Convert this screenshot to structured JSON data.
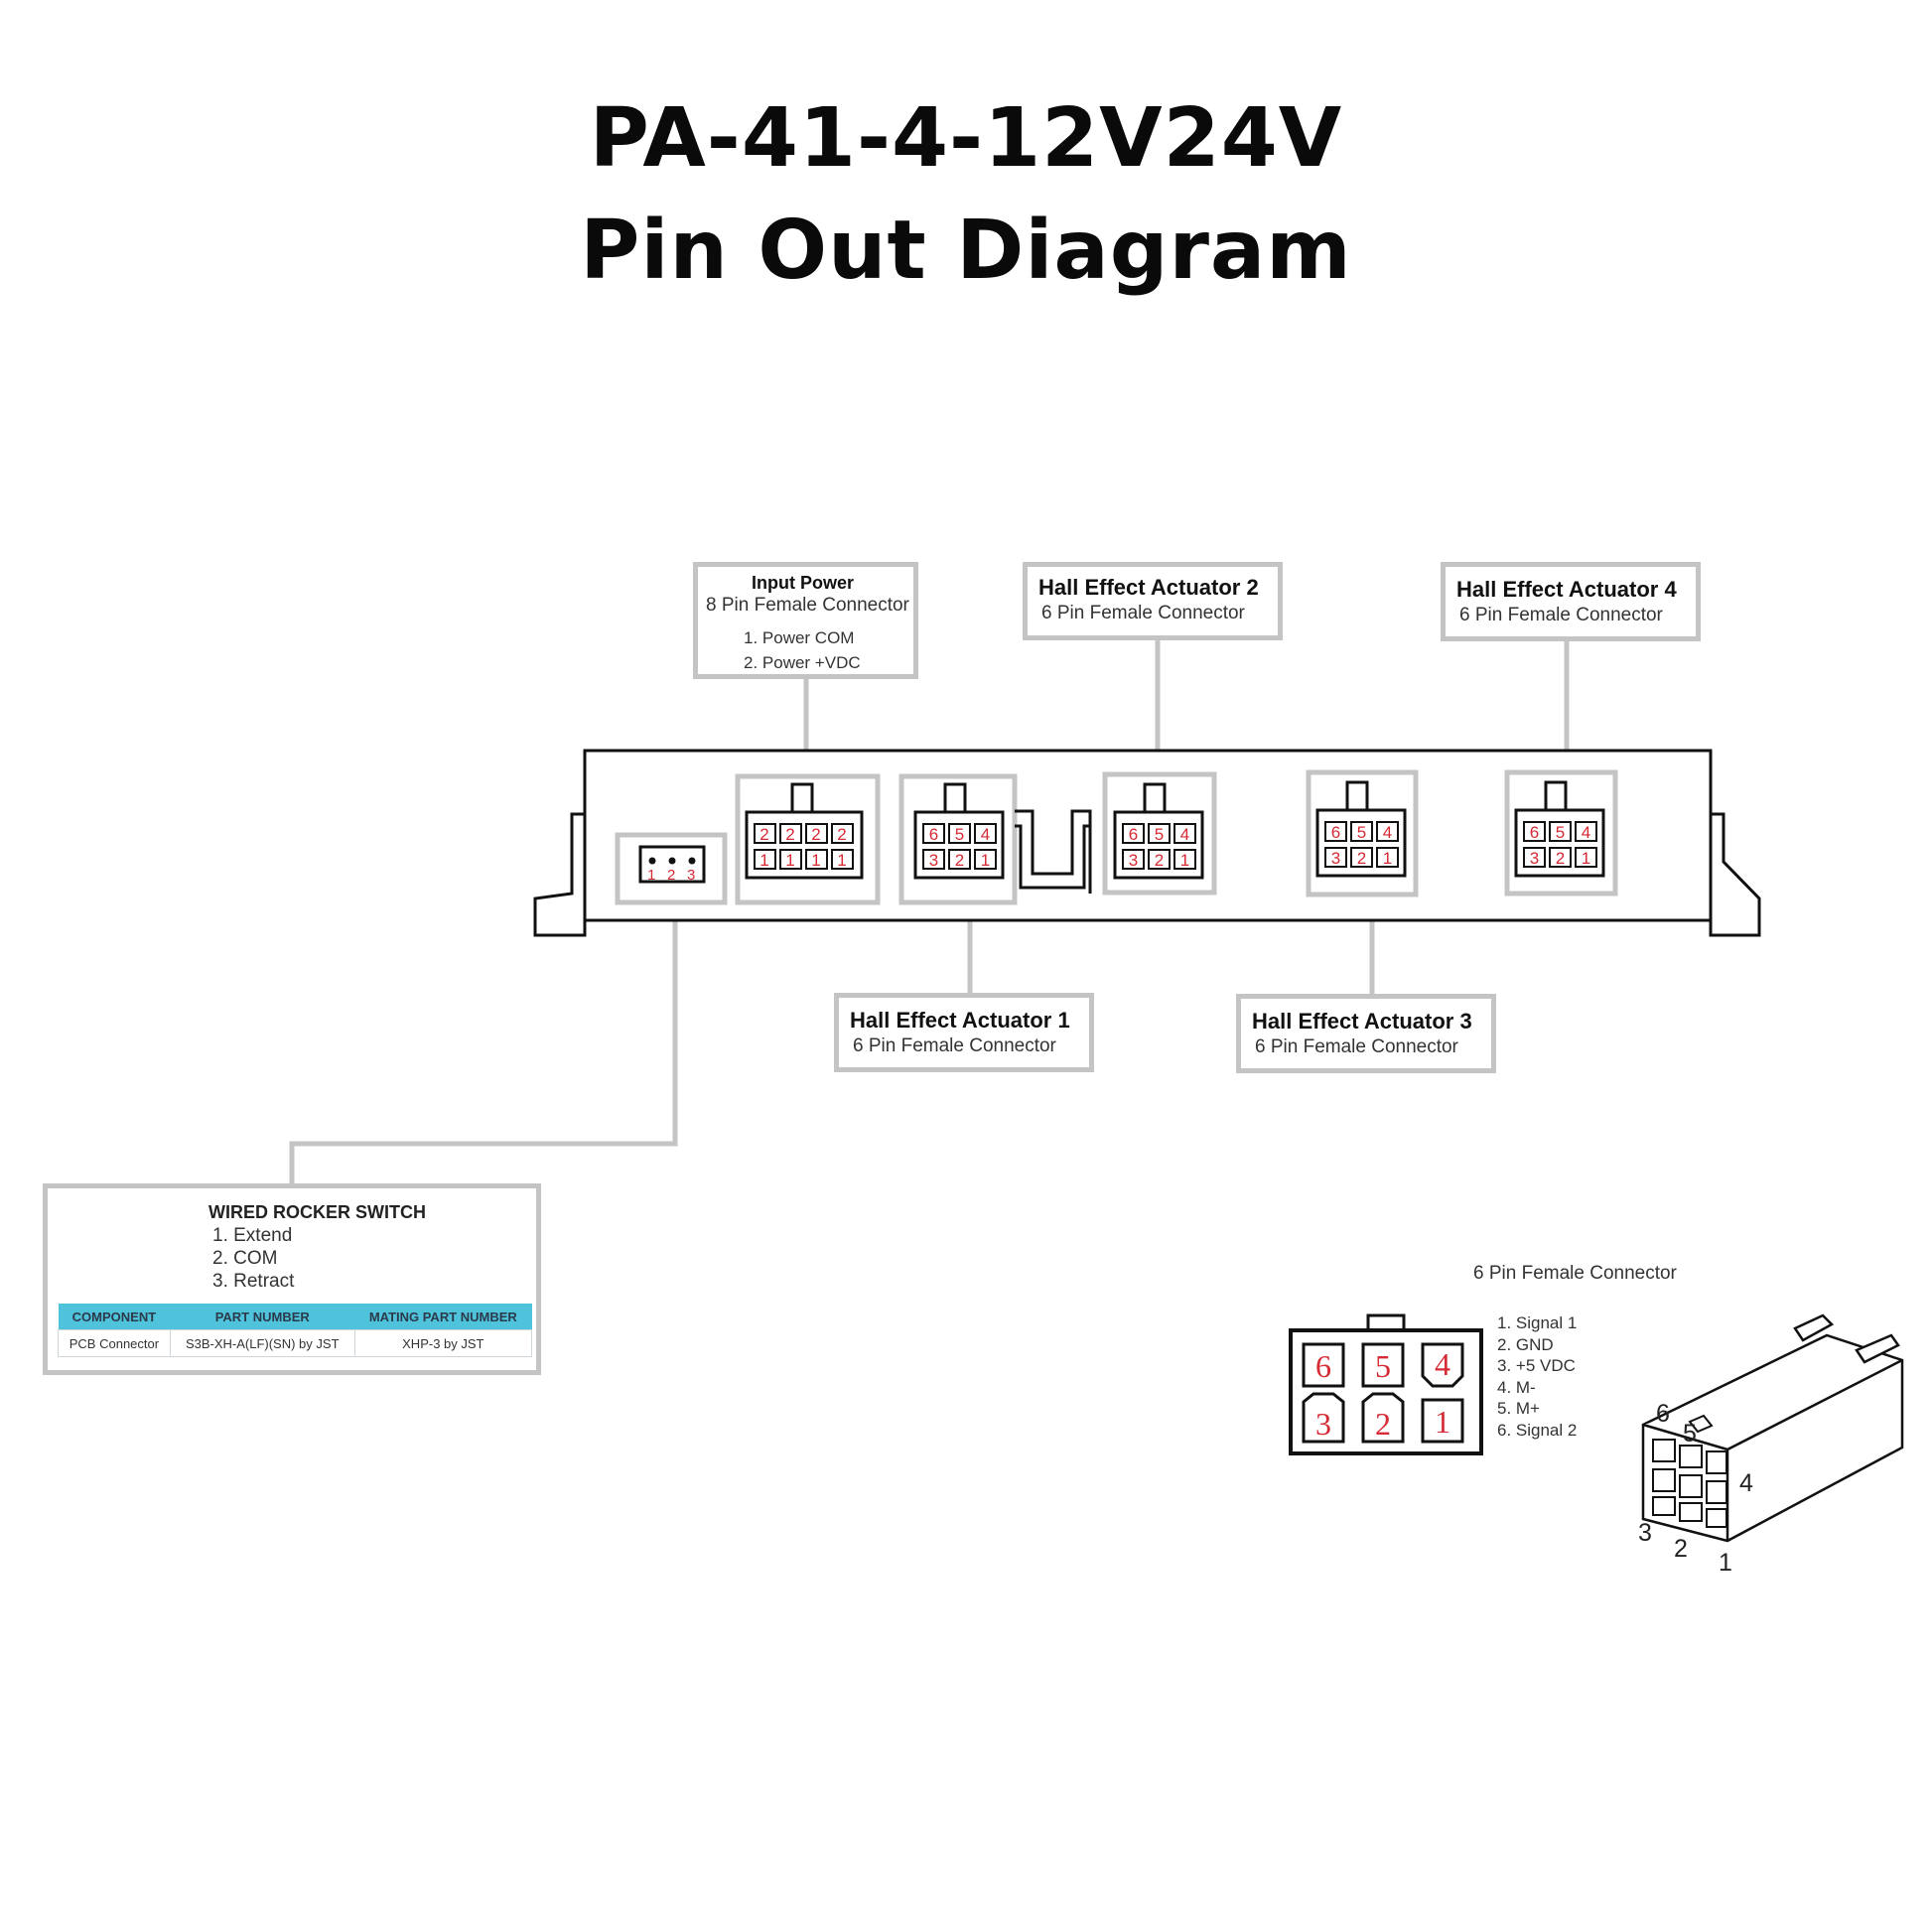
{
  "title": {
    "line1": "PA-41-4-12V24V",
    "line2": "Pin Out Diagram"
  },
  "labels": {
    "input_power": {
      "head": "Input Power",
      "sub": "8 Pin Female Connector",
      "items": [
        "1. Power COM",
        "2. Power +VDC"
      ]
    },
    "hall2": {
      "head": "Hall Effect Actuator 2",
      "sub": "6 Pin Female Connector"
    },
    "hall4": {
      "head": "Hall Effect Actuator 4",
      "sub": "6 Pin Female Connector"
    },
    "hall1": {
      "head": "Hall Effect Actuator 1",
      "sub": "6 Pin Female Connector"
    },
    "hall3": {
      "head": "Hall Effect Actuator 3",
      "sub": "6 Pin Female Connector"
    }
  },
  "rocker": {
    "head": "WIRED ROCKER SWITCH",
    "items": [
      "1. Extend",
      "2. COM",
      "3. Retract"
    ],
    "table": {
      "headers": [
        "COMPONENT",
        "PART NUMBER",
        "MATING PART NUMBER"
      ],
      "rows": [
        [
          "PCB Connector",
          "S3B-XH-A(LF)(SN) by JST",
          "XHP-3 by JST"
        ]
      ]
    },
    "pins": [
      "1",
      "2",
      "3"
    ]
  },
  "six_pin": {
    "title": "6 Pin Female Connector",
    "items": [
      "1. Signal 1",
      "2. GND",
      "3. +5 VDC",
      "4. M-",
      "5. M+",
      "6. Signal 2"
    ],
    "top_row": [
      "6",
      "5",
      "4"
    ],
    "bottom_row": [
      "3",
      "2",
      "1"
    ],
    "iso_labels": [
      "6",
      "5",
      "4",
      "3",
      "2",
      "1"
    ]
  },
  "eight_pin": {
    "top_row": [
      "2",
      "2",
      "2",
      "2"
    ],
    "bottom_row": [
      "1",
      "1",
      "1",
      "1"
    ]
  },
  "colors": {
    "pin_number": "#d62b35",
    "label_border": "#c4c4c4",
    "table_header": "#4fc3dc"
  }
}
